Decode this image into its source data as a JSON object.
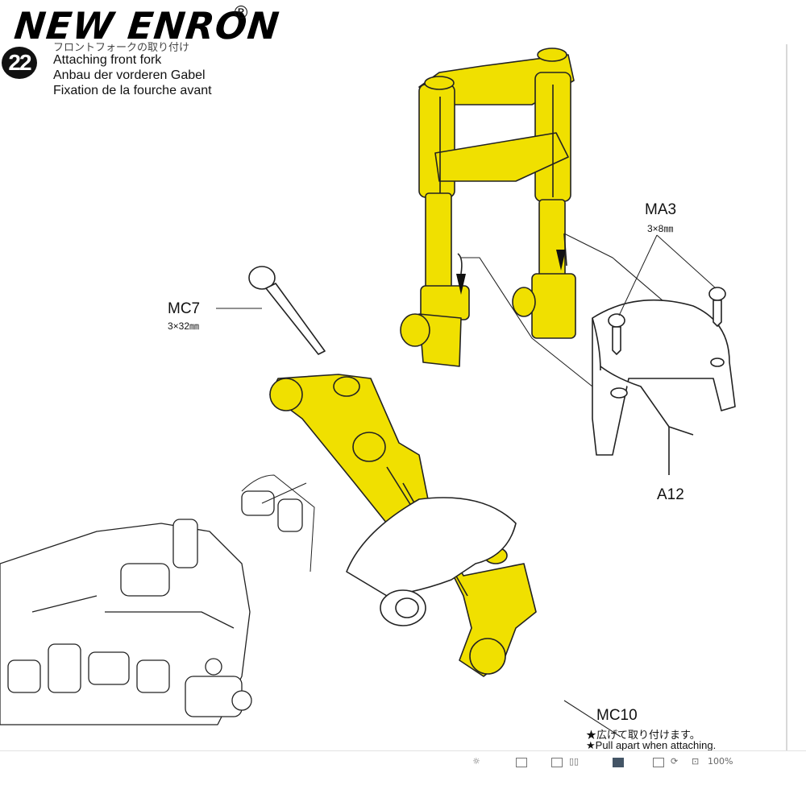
{
  "watermark": {
    "text": "NEW ENRON",
    "reg_mark": "®"
  },
  "step": {
    "number": "22",
    "title_jp_partial": "フロントフォークの取り付け",
    "title_en": "Attaching front fork",
    "title_de": "Anbau der vorderen Gabel",
    "title_fr": "Fixation de la fourche avant"
  },
  "parts": {
    "ma3": {
      "label": "MA3",
      "size": "3×8㎜"
    },
    "mc7": {
      "label": "MC7",
      "size": "3×32㎜"
    },
    "a12": {
      "label": "A12"
    },
    "mc10": {
      "label": "MC10",
      "note_jp": "★広げて取り付けます。",
      "note_en": "★Pull apart when attaching."
    }
  },
  "viewer_toolbar": {
    "zoom": "100%"
  },
  "colors": {
    "highlight": "#f0e000",
    "line": "#222222",
    "background": "#ffffff"
  }
}
